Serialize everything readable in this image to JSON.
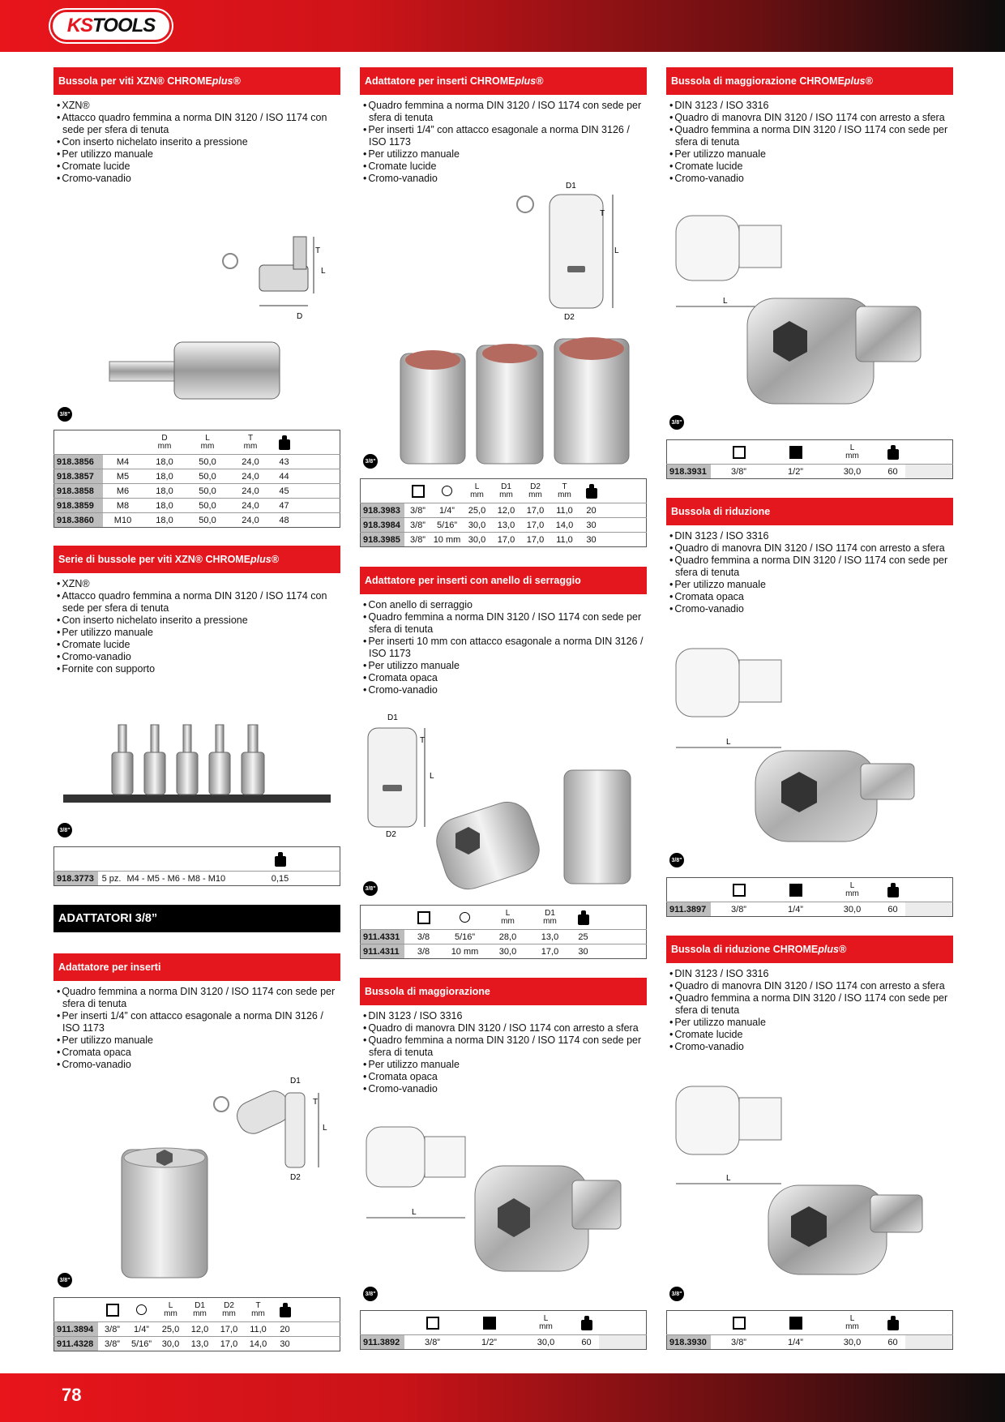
{
  "brand": {
    "logo_ks": "KS",
    "logo_tools": "TOOLS"
  },
  "page_number": "78",
  "badge": "3/8\"",
  "header_units": {
    "mm": "mm"
  },
  "sections": {
    "xzn": {
      "title": "Bussola per viti XZN® CHROME",
      "title_suffix": "plus®",
      "features": [
        "XZN®",
        "Attacco quadro femmina a norma DIN 3120 / ISO 1174 con sede per sfera di tenuta",
        "Con inserto nichelato inserito a pressione",
        "Per utilizzo manuale",
        "Cromate lucide",
        "Cromo-vanadio"
      ],
      "cols": [
        "D",
        "L",
        "T"
      ],
      "rows": [
        [
          "918.3856",
          "M4",
          "18,0",
          "50,0",
          "24,0",
          "43"
        ],
        [
          "918.3857",
          "M5",
          "18,0",
          "50,0",
          "24,0",
          "44"
        ],
        [
          "918.3858",
          "M6",
          "18,0",
          "50,0",
          "24,0",
          "45"
        ],
        [
          "918.3859",
          "M8",
          "18,0",
          "50,0",
          "24,0",
          "47"
        ],
        [
          "918.3860",
          "M10",
          "18,0",
          "50,0",
          "24,0",
          "48"
        ]
      ]
    },
    "xzn_set": {
      "title": "Serie di bussole per viti XZN® CHROME",
      "title_suffix": "plus®",
      "features": [
        "XZN®",
        "Attacco quadro femmina a norma DIN 3120 / ISO 1174 con sede per sfera di tenuta",
        "Con inserto nichelato inserito a pressione",
        "Per utilizzo manuale",
        "Cromate lucide",
        "Cromo-vanadio",
        "Fornite con supporto"
      ],
      "rows": [
        [
          "918.3773",
          "5 pz.",
          "M4 - M5 - M6 - M8 - M10",
          "0,15"
        ]
      ]
    },
    "adattatori_heading": "ADATTATORI 3/8”",
    "adapter_bits": {
      "title": "Adattatore per inserti",
      "features": [
        "Quadro femmina a norma DIN 3120 / ISO 1174 con sede per sfera di tenuta",
        "Per inserti 1/4” con attacco esagonale a norma DIN 3126 / ISO 1173",
        "Per utilizzo manuale",
        "Cromata opaca",
        "Cromo-vanadio"
      ],
      "cols": [
        "L",
        "D1",
        "D2",
        "T"
      ],
      "rows": [
        [
          "911.3894",
          "3/8”",
          "1/4”",
          "25,0",
          "12,0",
          "17,0",
          "11,0",
          "20"
        ],
        [
          "911.4328",
          "3/8”",
          "5/16”",
          "30,0",
          "13,0",
          "17,0",
          "14,0",
          "30"
        ]
      ]
    },
    "adapter_chrome": {
      "title": "Adattatore per inserti CHROME",
      "title_suffix": "plus®",
      "features": [
        "Quadro femmina a norma DIN 3120 / ISO 1174 con sede per sfera di tenuta",
        "Per inserti 1/4” con attacco esagonale a norma DIN 3126 / ISO 1173",
        "Per utilizzo manuale",
        "Cromate lucide",
        "Cromo-vanadio"
      ],
      "cols": [
        "L",
        "D1",
        "D2",
        "T"
      ],
      "rows": [
        [
          "918.3983",
          "3/8”",
          "1/4”",
          "25,0",
          "12,0",
          "17,0",
          "11,0",
          "20"
        ],
        [
          "918.3984",
          "3/8”",
          "5/16”",
          "30,0",
          "13,0",
          "17,0",
          "14,0",
          "30"
        ],
        [
          "918.3985",
          "3/8”",
          "10 mm",
          "30,0",
          "17,0",
          "17,0",
          "11,0",
          "30"
        ]
      ]
    },
    "adapter_ring": {
      "title": "Adattatore per inserti con anello di serraggio",
      "features": [
        "Con anello di serraggio",
        "Quadro femmina a norma DIN 3120 / ISO 1174 con sede per sfera di tenuta",
        "Per inserti 10 mm con attacco esagonale a norma DIN 3126 / ISO 1173",
        "Per utilizzo manuale",
        "Cromata opaca",
        "Cromo-vanadio"
      ],
      "cols": [
        "L",
        "D1"
      ],
      "rows": [
        [
          "911.4331",
          "3/8",
          "5/16”",
          "28,0",
          "13,0",
          "25"
        ],
        [
          "911.4311",
          "3/8",
          "10 mm",
          "30,0",
          "17,0",
          "30"
        ]
      ]
    },
    "increase": {
      "title": "Bussola di maggiorazione",
      "features": [
        "DIN 3123 / ISO 3316",
        "Quadro di manovra DIN 3120 / ISO 1174 con arresto a sfera",
        "Quadro femmina a norma DIN 3120 / ISO 1174 con sede per sfera di tenuta",
        "Per utilizzo manuale",
        "Cromata opaca",
        "Cromo-vanadio"
      ],
      "cols": [
        "L"
      ],
      "rows": [
        [
          "911.3892",
          "3/8”",
          "1/2”",
          "30,0",
          "60"
        ]
      ]
    },
    "increase_chrome": {
      "title": "Bussola di maggiorazione CHROME",
      "title_suffix": "plus®",
      "features": [
        "DIN 3123 / ISO 3316",
        "Quadro di manovra DIN 3120 / ISO 1174 con arresto a sfera",
        "Quadro femmina a norma DIN 3120 / ISO 1174 con sede per sfera di tenuta",
        "Per utilizzo manuale",
        "Cromate lucide",
        "Cromo-vanadio"
      ],
      "cols": [
        "L"
      ],
      "rows": [
        [
          "918.3931",
          "3/8”",
          "1/2”",
          "30,0",
          "60"
        ]
      ]
    },
    "reduce": {
      "title": "Bussola di riduzione",
      "features": [
        "DIN 3123 / ISO 3316",
        "Quadro di manovra DIN 3120 / ISO 1174 con arresto a sfera",
        "Quadro femmina a norma DIN 3120 / ISO 1174 con sede per sfera di tenuta",
        "Per utilizzo manuale",
        "Cromata opaca",
        "Cromo-vanadio"
      ],
      "cols": [
        "L"
      ],
      "rows": [
        [
          "911.3897",
          "3/8”",
          "1/4”",
          "30,0",
          "60"
        ]
      ]
    },
    "reduce_chrome": {
      "title": "Bussola di riduzione CHROME",
      "title_suffix": "plus®",
      "features": [
        "DIN 3123 / ISO 3316",
        "Quadro di manovra DIN 3120 / ISO 1174 con arresto a sfera",
        "Quadro femmina a norma DIN 3120 / ISO 1174 con sede per sfera di tenuta",
        "Per utilizzo manuale",
        "Cromate lucide",
        "Cromo-vanadio"
      ],
      "cols": [
        "L"
      ],
      "rows": [
        [
          "918.3930",
          "3/8”",
          "1/4”",
          "30,0",
          "60"
        ]
      ]
    }
  },
  "drawing_labels": {
    "d": "D",
    "d1": "D1",
    "d2": "D2",
    "l": "L",
    "t": "T"
  },
  "icons": [
    "square-drive-female-icon",
    "square-drive-male-icon",
    "hex-bit-icon",
    "weight-icon"
  ],
  "colors": {
    "brand_red": "#e3171d",
    "header_black": "#000000",
    "code_cell": "#bdbdbd"
  }
}
